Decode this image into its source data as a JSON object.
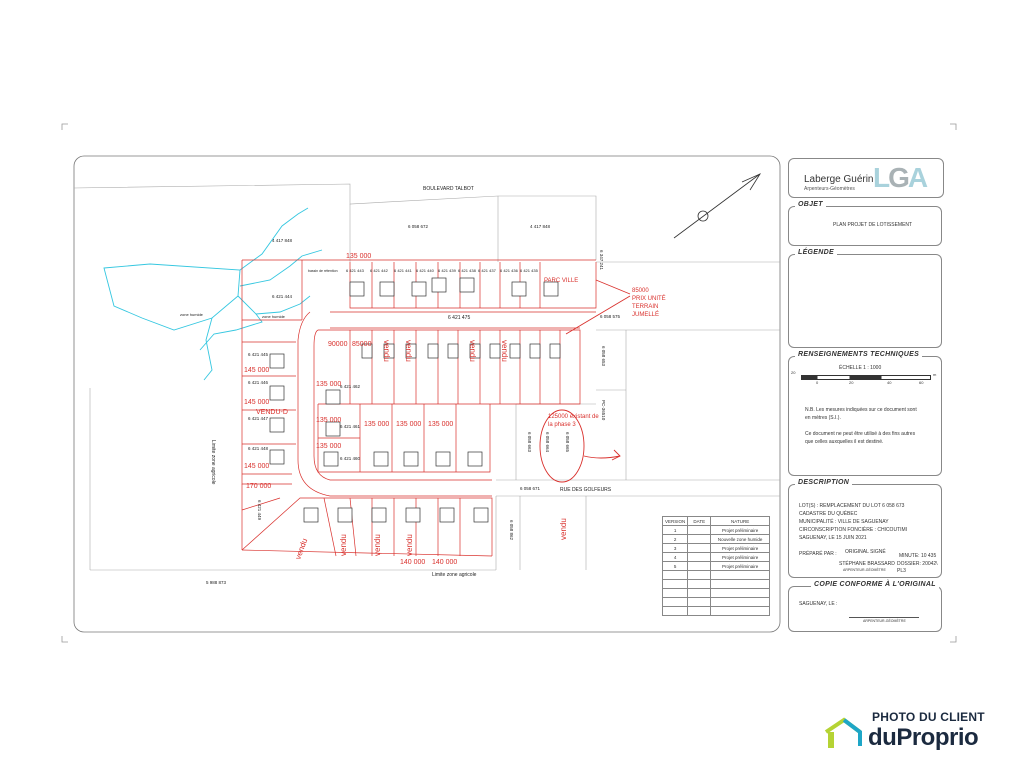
{
  "plan": {
    "street_top": "BOULEVARD TALBOT",
    "street_inner": "6 421 475",
    "street_bottom": "RUE DES GOLFEURS",
    "zone_agri_left": "Limite zone agricole",
    "zone_agri_bottom": "Limite zone agricole",
    "zone_humide_1": "zone humide",
    "zone_humide_2": "zone humide",
    "bassin": "bassin de rétention",
    "parc": "PARC VILLE",
    "lots_top": [
      "4 417 848",
      "6 058 672",
      "4 417 848",
      "6 347 241",
      "6 058 575",
      "5 988 873",
      "6 058 671",
      "6 058 862",
      "6 058 665",
      "6 058 664",
      "6 058 663",
      "PC-36510",
      "6 058 653"
    ],
    "lots_left": [
      "6 421 444",
      "6 421 445",
      "6 421 446",
      "6 421 447",
      "6 421 448",
      "6 421 449",
      "6 421 462",
      "6 421 461",
      "6 421 460"
    ],
    "lots_row1": [
      "6 421 443",
      "6 421 442",
      "6 421 441",
      "6 421 440",
      "6 421 439",
      "6 421 438",
      "6 421 437",
      "6 421 436",
      "6 421 435"
    ],
    "prices": {
      "p135_top": "135 000",
      "p85000": "85000",
      "prix_unite": "PRIX UNITÉ",
      "terrain": "TERRAIN",
      "jumelle": "JUMELLÉ",
      "p90000": "90000",
      "p85000b": "85000",
      "p145_a": "145 000",
      "p145_b": "145 000",
      "p145_c": "145 000",
      "p135_a": "135 000",
      "p135_b": "135 000",
      "p135_c": "135 000",
      "p135_d": "135 000",
      "p135_e": "135 000",
      "p135_f": "135 000",
      "p170": "170 000",
      "p140_a": "140 000",
      "p140_b": "140 000",
      "p125_line1": "125000 existant de",
      "p125_line2": "la phase 3"
    },
    "vendu": [
      "VENDU",
      "vendu",
      "vendu",
      "vendu",
      "vendu",
      "vendu",
      "vendu",
      "vendu",
      "vendu",
      "vendu"
    ],
    "sold_short": "VENDU-D"
  },
  "panel": {
    "logo_name": "Laberge Guérin",
    "logo_sub": "Arpenteurs-Géomètres",
    "logo_mark_a": "L",
    "logo_mark_b": "G",
    "logo_mark_c": "A",
    "objet_title": "OBJET",
    "objet_text": "PLAN PROJET DE LOTISSEMENT",
    "legende_title": "LÉGENDE",
    "reng_title": "RENSEIGNEMENTS TECHNIQUES",
    "echelle": "ÉCHELLE     1 : 1000",
    "scale_ticks": [
      "20",
      "0",
      "20",
      "40",
      "60",
      "m"
    ],
    "note_1": "N.B. Les mesures indiquées sur ce document sont",
    "note_2": "en mètres (S.I.).",
    "note_3": "Ce document ne peut être utilisé à des fins autres",
    "note_4": "que celles auxquelles il est destiné.",
    "desc_title": "DESCRIPTION",
    "desc_1": "LOT(S) : REMPLACEMENT DU LOT 6 058 673",
    "desc_2": "CADASTRE DU QUÉBEC",
    "desc_3": "MUNICIPALITÉ : VILLE DE SAGUENAY",
    "desc_4": "CIRCONSCRIPTION FONCIÈRE : CHICOUTIMI",
    "desc_5": "SAGUENAY, LE 15 JUIN 2021",
    "prepare": "PRÉPARÉ PAR :",
    "original": "ORIGINAL SIGNÉ",
    "minute": "MINUTE: 10 435",
    "signer": "STÉPHANE BRASSARD",
    "signer_role": "ARPENTEUR-GÉOMÈTRE",
    "dossier": "DOSSIER: 20042\\ PL3",
    "copie_title": "COPIE CONFORME À L'ORIGINAL",
    "copie_text": "SAGUENAY, LE :",
    "copie_role": "ARPENTEUR-GÉOMÈTRE"
  },
  "versions": {
    "headers": [
      "VERSION",
      "DATE",
      "NATURE"
    ],
    "rows": [
      [
        "1",
        "",
        "Projet préliminaire"
      ],
      [
        "2",
        "",
        "Nouvelle zone humide"
      ],
      [
        "3",
        "",
        "Projet préliminaire"
      ],
      [
        "4",
        "",
        "Projet préliminaire"
      ],
      [
        "5",
        "",
        "Projet préliminaire"
      ]
    ]
  },
  "watermark": {
    "top": "PHOTO DU CLIENT",
    "brand": "duProprio"
  },
  "colors": {
    "lot_line": "#d9302c",
    "water": "#35c7e0",
    "magenta": "#c02bc0"
  }
}
